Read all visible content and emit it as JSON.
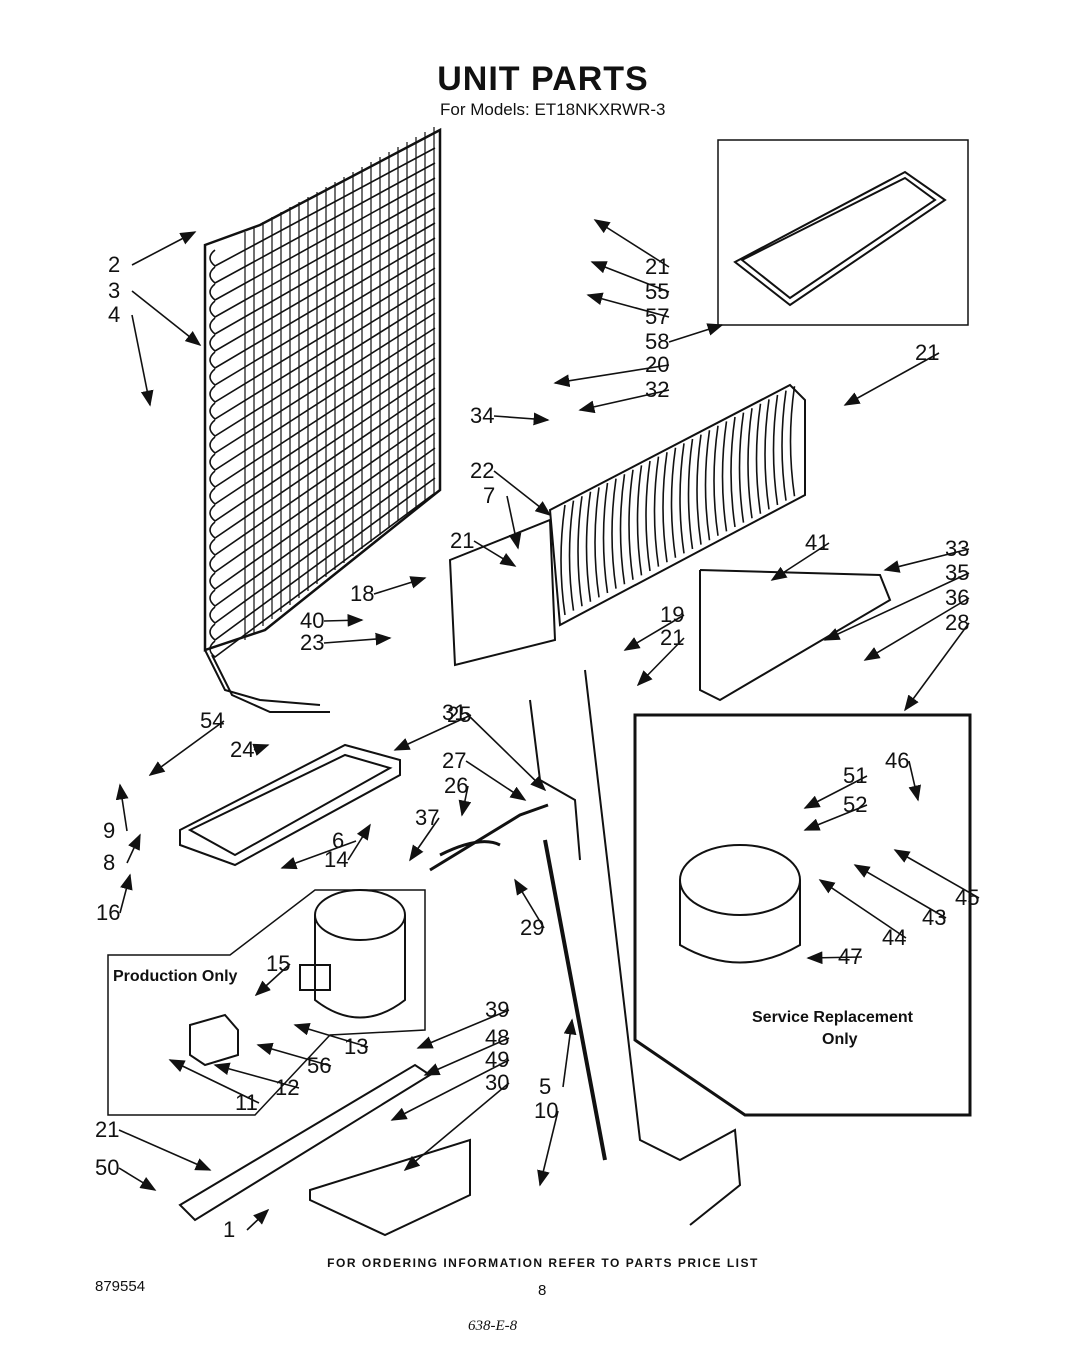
{
  "header": {
    "title": "UNIT PARTS",
    "subtitle": "For Models: ET18NKXRWR-3"
  },
  "boxes": {
    "production_only": "Production Only",
    "service_replacement_line1": "Service Replacement",
    "service_replacement_line2": "Only"
  },
  "callouts": [
    "2",
    "3",
    "4",
    "21",
    "55",
    "57",
    "58",
    "20",
    "32",
    "21",
    "34",
    "22",
    "7",
    "21",
    "18",
    "40",
    "23",
    "41",
    "33",
    "35",
    "36",
    "28",
    "19",
    "21",
    "54",
    "24",
    "25",
    "31",
    "27",
    "26",
    "37",
    "9",
    "8",
    "16",
    "6",
    "14",
    "29",
    "15",
    "13",
    "56",
    "12",
    "11",
    "39",
    "48",
    "49",
    "30",
    "5",
    "10",
    "21",
    "50",
    "1",
    "51",
    "52",
    "46",
    "45",
    "43",
    "44",
    "47"
  ],
  "footer": {
    "ordering_note": "FOR ORDERING INFORMATION REFER TO PARTS PRICE LIST",
    "doc_number": "879554",
    "page_number": "8",
    "handwritten_code": "638-E-8"
  }
}
